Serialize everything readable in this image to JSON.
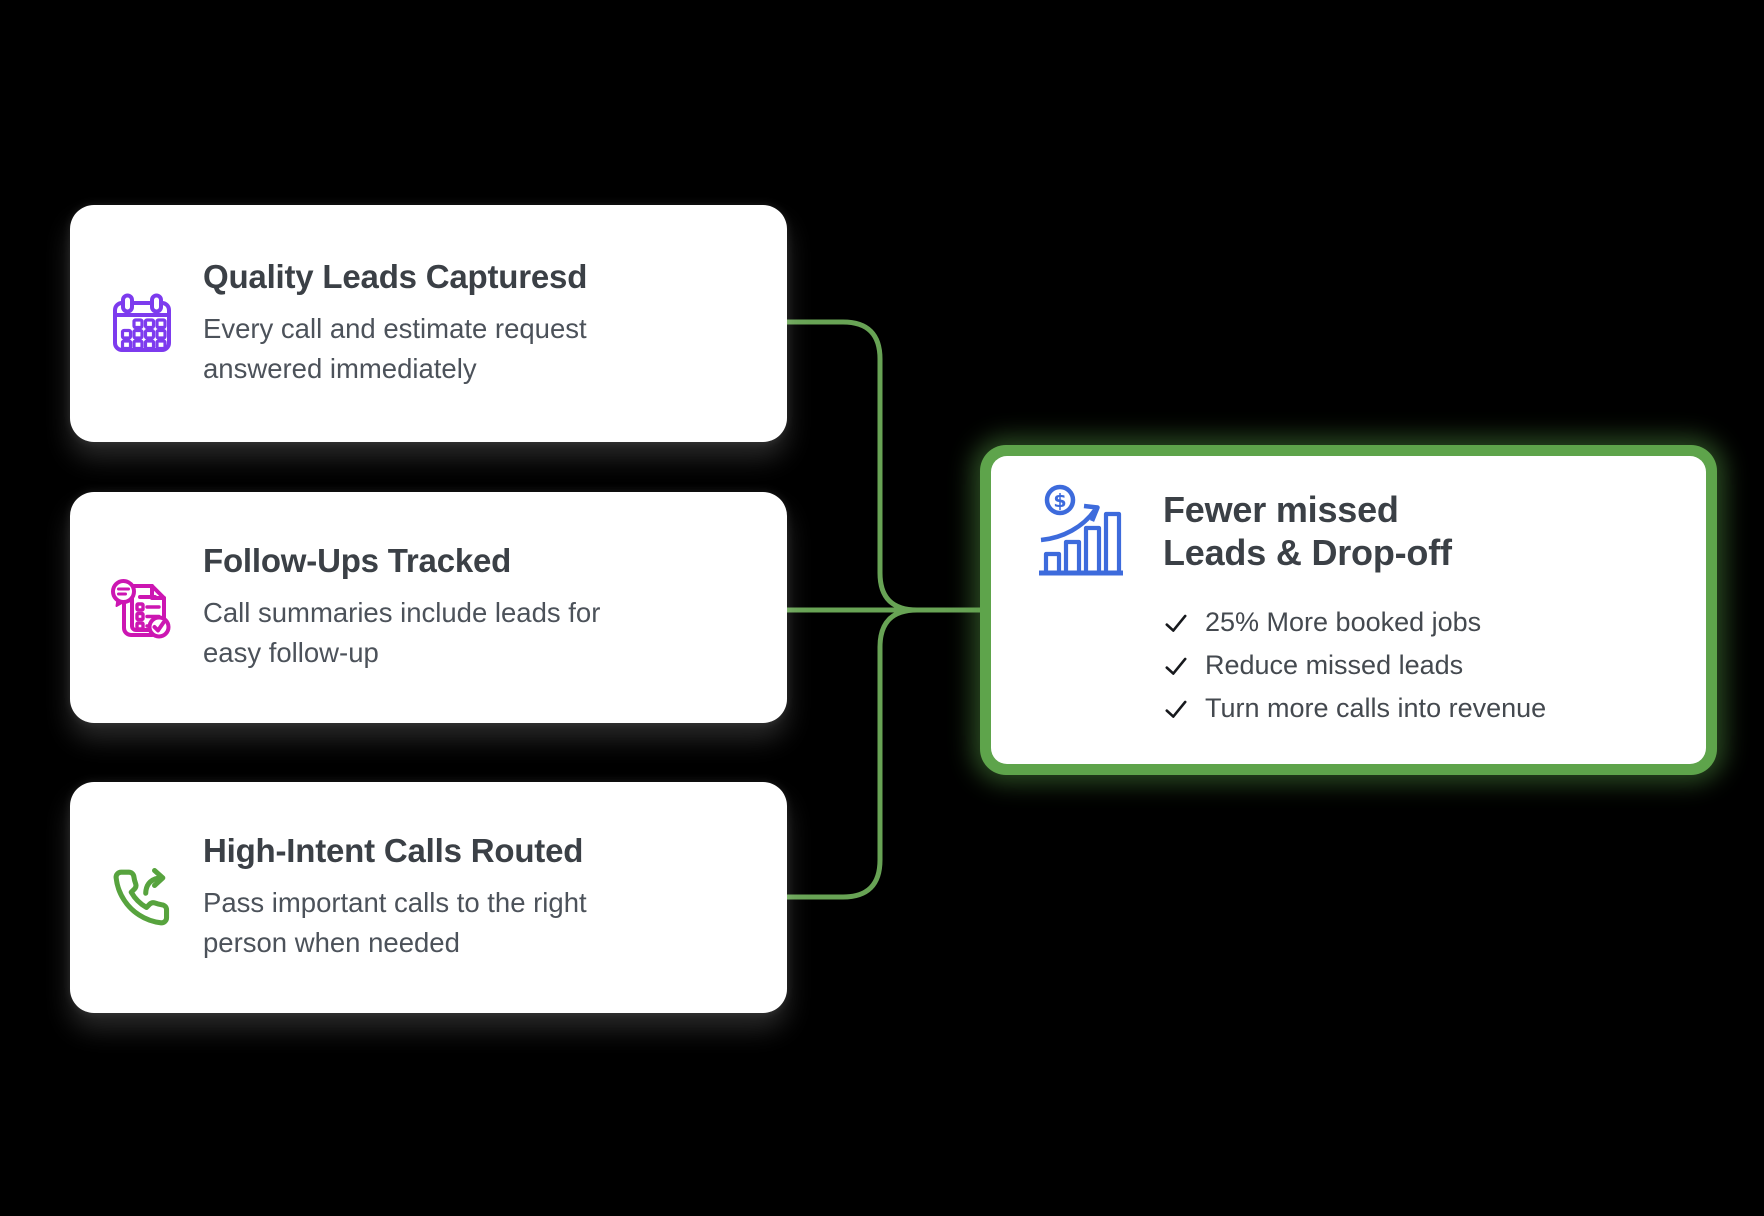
{
  "page": {
    "background": "#000000"
  },
  "colors": {
    "card_background": "#ffffff",
    "title_text": "#3b4046",
    "description_text": "#4c525a",
    "connector_green": "#68a355",
    "result_border_green": "#5ea44b",
    "calendar_purple": "#7d3bee",
    "document_magenta": "#cc16b2",
    "phone_green": "#57a33e",
    "chart_blue": "#3d6bdc",
    "check_dark": "#17191d"
  },
  "cards": [
    {
      "icon": "calendar-icon",
      "icon_color": "#7d3bee",
      "title": "Quality Leads Capturesd",
      "description": "Every call and estimate request answered immediately"
    },
    {
      "icon": "document-check-icon",
      "icon_color": "#cc16b2",
      "title": "Follow-Ups Tracked",
      "description": "Call summaries include leads for easy follow-up"
    },
    {
      "icon": "phone-forward-icon",
      "icon_color": "#57a33e",
      "title": "High-Intent Calls Routed",
      "description": "Pass important calls to the right person when needed"
    }
  ],
  "result_card": {
    "icon": "growth-chart-icon",
    "icon_color": "#3d6bdc",
    "dollar_symbol": "$",
    "title_line1": "Fewer missed",
    "title_line2": "Leads & Drop-off",
    "bullets": [
      "25% More booked jobs",
      "Reduce missed leads",
      "Turn more calls into revenue"
    ]
  }
}
